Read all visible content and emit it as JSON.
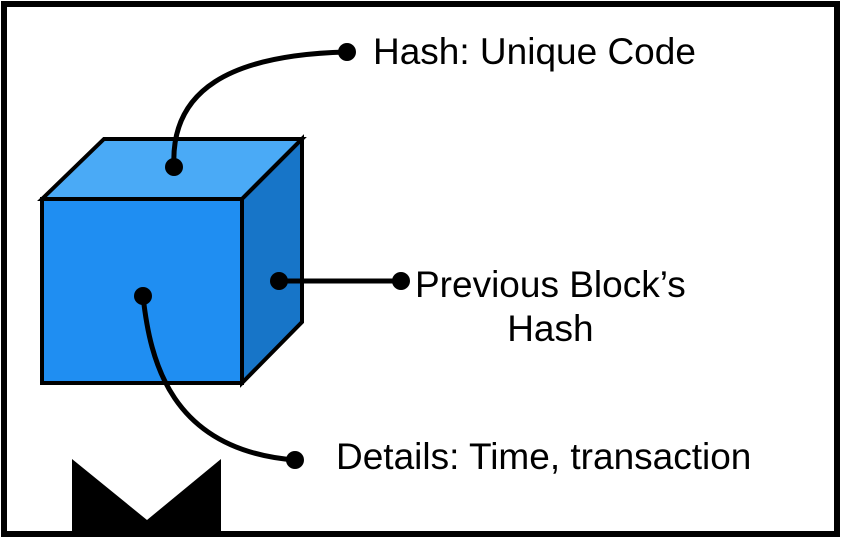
{
  "colors": {
    "front_face": "#1f8ef2",
    "top_face": "#4aaaf6",
    "side_face": "#1775c8",
    "outline": "#000000",
    "background": "#ffffff"
  },
  "labels": {
    "hash": "Hash: Unique Code",
    "previous_line1": "Previous Block’s",
    "previous_line2": "Hash",
    "details": "Details: Time, transaction"
  },
  "icons": {
    "cube": "block-cube-icon",
    "down_chevron": "chevron-down-icon"
  }
}
